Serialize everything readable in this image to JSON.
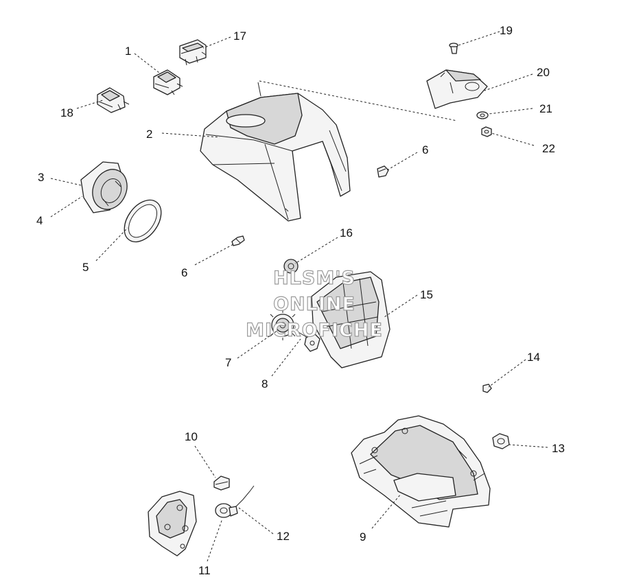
{
  "watermark": {
    "line1": "HLSM'S",
    "line2": "ONLINE",
    "line3": "MICROFICHE"
  },
  "callouts": {
    "c1": "1",
    "c2": "2",
    "c3": "3",
    "c4": "4",
    "c5": "5",
    "c6a": "6",
    "c6b": "6",
    "c7": "7",
    "c8": "8",
    "c9": "9",
    "c10": "10",
    "c11": "11",
    "c12": "12",
    "c13": "13",
    "c14": "14",
    "c15": "15",
    "c16": "16",
    "c17": "17",
    "c18": "18",
    "c19": "19",
    "c20": "20",
    "c21": "21",
    "c22": "22"
  }
}
